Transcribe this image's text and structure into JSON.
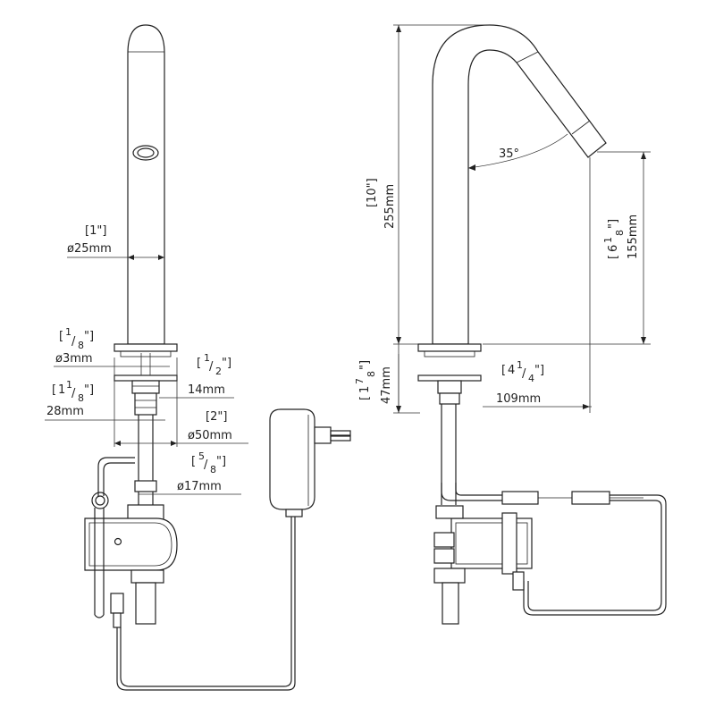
{
  "colors": {
    "line": "#222222",
    "background": "#ffffff"
  },
  "front_view": {
    "tube_dia": {
      "imperial": "[1\"]",
      "metric": "ø25mm"
    },
    "sensor_dia": {
      "imperial_a": "1",
      "imperial_b": "8",
      "imperial_unit": "\"",
      "metric": "ø3mm"
    },
    "shank": {
      "imperial_whole": "1",
      "imperial_a": "1",
      "imperial_b": "8",
      "metric": "28mm"
    },
    "nut": {
      "imperial_a": "1",
      "imperial_b": "2",
      "metric": "14mm"
    },
    "flange": {
      "imperial": "[2\"]",
      "metric": "ø50mm"
    },
    "hose": {
      "imperial_a": "5",
      "imperial_b": "8",
      "metric": "ø17mm"
    }
  },
  "side_view": {
    "angle": "35°",
    "height": {
      "imperial": "[10\"]",
      "metric": "255mm"
    },
    "spout_height": {
      "imperial_whole": "6",
      "imperial_a": "1",
      "imperial_b": "8",
      "metric": "155mm"
    },
    "deck_thickness": {
      "imperial_whole": "1",
      "imperial_a": "7",
      "imperial_b": "8",
      "metric": "47mm"
    },
    "reach": {
      "imperial_whole": "4",
      "imperial_a": "1",
      "imperial_b": "4",
      "metric": "109mm"
    }
  }
}
